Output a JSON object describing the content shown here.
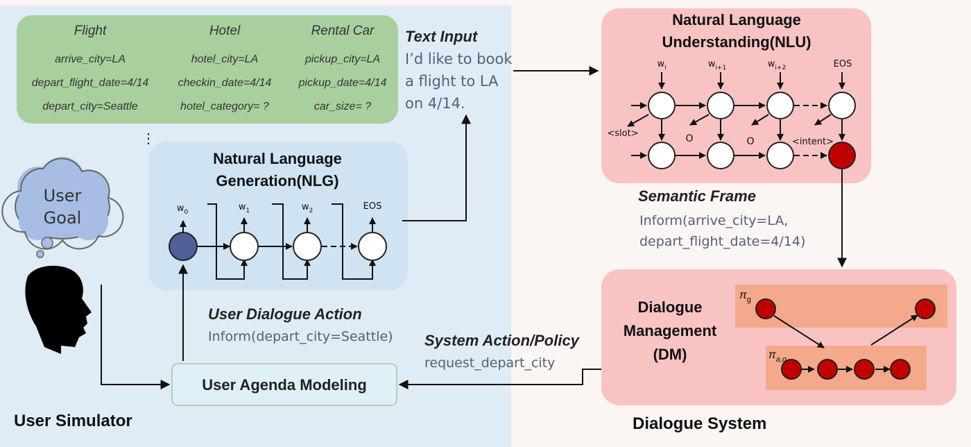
{
  "goal_table": {
    "columns": [
      {
        "header": "Flight",
        "rows": [
          "arrive_city=LA",
          "depart_flight_date=4/14",
          "depart_city=Seattle"
        ]
      },
      {
        "header": "Hotel",
        "rows": [
          "hotel_city=LA",
          "checkin_date=4/14",
          "hotel_category= ?"
        ]
      },
      {
        "header": "Rental Car",
        "rows": [
          "pickup_city=LA",
          "pickup_date=4/14",
          "car_size= ?"
        ]
      }
    ],
    "ellipsis": "⋮"
  },
  "text_input": {
    "title": "Text Input",
    "lines": [
      "I’d like to book",
      "a flight to LA",
      "on 4/14."
    ]
  },
  "user_goal": {
    "line1": "User",
    "line2": "Goal"
  },
  "nlg": {
    "title_line1": "Natural Language",
    "title_line2": "Generation(NLG)",
    "outputs": [
      "w",
      "w",
      "w",
      "EOS"
    ],
    "output_subs": [
      "0",
      "1",
      "2",
      ""
    ]
  },
  "user_dialogue_action": {
    "title": "User Dialogue Action",
    "value": "Inform(depart_city=Seattle)"
  },
  "user_agenda": {
    "label": "User Agenda Modeling"
  },
  "user_simulator": {
    "label": "User Simulator"
  },
  "nlu": {
    "title_line1": "Natural Language",
    "title_line2": "Understanding(NLU)",
    "inputs": [
      "w",
      "w",
      "w",
      "EOS"
    ],
    "input_subs": [
      "i",
      "i+1",
      "i+2",
      ""
    ],
    "tags": {
      "slot": "<slot>",
      "o1": "O",
      "o2": "O",
      "intent": "<intent>"
    }
  },
  "semantic_frame": {
    "title": "Semantic Frame",
    "line1": "Inform(arrive_city=LA,",
    "line2": "depart_flight_date=4/14)"
  },
  "system_action": {
    "title": "System Action/Policy",
    "value": "request_depart_city"
  },
  "dm": {
    "title_line1": "Dialogue",
    "title_line2": "Management",
    "title_line3": "(DM)",
    "pi_g": "π",
    "pi_g_sub": "g",
    "pi_ag": "π",
    "pi_ag_sub": "a,g"
  },
  "dialogue_system": {
    "label": "Dialogue System"
  },
  "colors": {
    "user_panel": "#dfebf5",
    "goal_box": "#a9cf9f",
    "nlg_box": "#cfe3f3",
    "pink_panel": "#f9c3c3",
    "dm_policy": "#f4a98c",
    "red_node": "#c00000",
    "blue_node": "#4f5f9a",
    "text_blue": "#55607a"
  }
}
